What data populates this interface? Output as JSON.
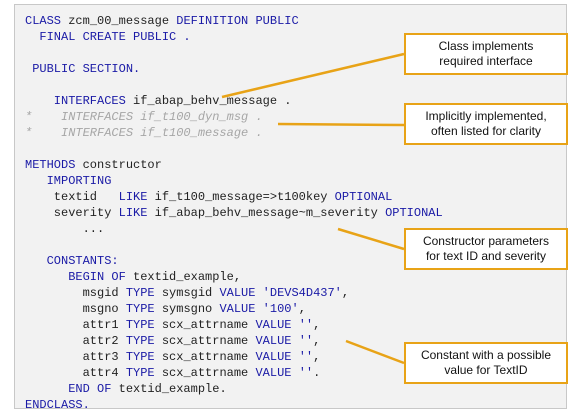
{
  "code": {
    "l1": [
      {
        "t": "CLASS ",
        "c": "kw"
      },
      {
        "t": "zcm_00_message ",
        "c": "plain"
      },
      {
        "t": "DEFINITION PUBLIC",
        "c": "kw"
      }
    ],
    "l2": [
      {
        "t": "  FINAL CREATE PUBLIC .",
        "c": "kw"
      }
    ],
    "l3": [
      {
        "t": " PUBLIC SECTION.",
        "c": "kw"
      }
    ],
    "l4": [
      {
        "t": "    INTERFACES ",
        "c": "kw"
      },
      {
        "t": "if_abap_behv_message .",
        "c": "plain"
      }
    ],
    "l5": [
      {
        "t": "*    INTERFACES if_t100_dyn_msg .",
        "c": "cmt"
      }
    ],
    "l6": [
      {
        "t": "*    INTERFACES if_t100_message .",
        "c": "cmt"
      }
    ],
    "l7": [
      {
        "t": "METHODS ",
        "c": "kw"
      },
      {
        "t": "constructor",
        "c": "plain"
      }
    ],
    "l8": [
      {
        "t": "   IMPORTING",
        "c": "kw"
      }
    ],
    "l9": [
      {
        "t": "    textid   ",
        "c": "plain"
      },
      {
        "t": "LIKE ",
        "c": "kw"
      },
      {
        "t": "if_t100_message=>t100key ",
        "c": "plain"
      },
      {
        "t": "OPTIONAL",
        "c": "kw"
      }
    ],
    "l10": [
      {
        "t": "    severity ",
        "c": "plain"
      },
      {
        "t": "LIKE ",
        "c": "kw"
      },
      {
        "t": "if_abap_behv_message~m_severity ",
        "c": "plain"
      },
      {
        "t": "OPTIONAL",
        "c": "kw"
      }
    ],
    "l11": [
      {
        "t": "        ...",
        "c": "plain"
      }
    ],
    "l12": [
      {
        "t": "   CONSTANTS:",
        "c": "kw"
      }
    ],
    "l13": [
      {
        "t": "      BEGIN OF ",
        "c": "kw"
      },
      {
        "t": "textid_example,",
        "c": "plain"
      }
    ],
    "l14": [
      {
        "t": "        msgid ",
        "c": "plain"
      },
      {
        "t": "TYPE ",
        "c": "kw"
      },
      {
        "t": "symsgid ",
        "c": "plain"
      },
      {
        "t": "VALUE ",
        "c": "kw"
      },
      {
        "t": "'DEVS4D437'",
        "c": "str"
      },
      {
        "t": ",",
        "c": "plain"
      }
    ],
    "l15": [
      {
        "t": "        msgno ",
        "c": "plain"
      },
      {
        "t": "TYPE ",
        "c": "kw"
      },
      {
        "t": "symsgno ",
        "c": "plain"
      },
      {
        "t": "VALUE ",
        "c": "kw"
      },
      {
        "t": "'100'",
        "c": "str"
      },
      {
        "t": ",",
        "c": "plain"
      }
    ],
    "l16": [
      {
        "t": "        attr1 ",
        "c": "plain"
      },
      {
        "t": "TYPE ",
        "c": "kw"
      },
      {
        "t": "scx_attrname ",
        "c": "plain"
      },
      {
        "t": "VALUE ",
        "c": "kw"
      },
      {
        "t": "''",
        "c": "str"
      },
      {
        "t": ",",
        "c": "plain"
      }
    ],
    "l17": [
      {
        "t": "        attr2 ",
        "c": "plain"
      },
      {
        "t": "TYPE ",
        "c": "kw"
      },
      {
        "t": "scx_attrname ",
        "c": "plain"
      },
      {
        "t": "VALUE ",
        "c": "kw"
      },
      {
        "t": "''",
        "c": "str"
      },
      {
        "t": ",",
        "c": "plain"
      }
    ],
    "l18": [
      {
        "t": "        attr3 ",
        "c": "plain"
      },
      {
        "t": "TYPE ",
        "c": "kw"
      },
      {
        "t": "scx_attrname ",
        "c": "plain"
      },
      {
        "t": "VALUE ",
        "c": "kw"
      },
      {
        "t": "''",
        "c": "str"
      },
      {
        "t": ",",
        "c": "plain"
      }
    ],
    "l19": [
      {
        "t": "        attr4 ",
        "c": "plain"
      },
      {
        "t": "TYPE ",
        "c": "kw"
      },
      {
        "t": "scx_attrname ",
        "c": "plain"
      },
      {
        "t": "VALUE ",
        "c": "kw"
      },
      {
        "t": "''",
        "c": "str"
      },
      {
        "t": ".",
        "c": "plain"
      }
    ],
    "l20": [
      {
        "t": "      END OF ",
        "c": "kw"
      },
      {
        "t": "textid_example.",
        "c": "plain"
      }
    ],
    "l21": [
      {
        "t": "ENDCLASS.",
        "c": "kw"
      }
    ]
  },
  "callouts": {
    "interface": {
      "line1": "Class implements",
      "line2": "required interface"
    },
    "implicit": {
      "line1": "Implicitly implemented,",
      "line2": "often listed for clarity"
    },
    "constructor": {
      "line1": "Constructor parameters",
      "line2": "for text ID and severity"
    },
    "constant": {
      "line1": "Constant with a possible",
      "line2": "value for TextID"
    }
  },
  "colors": {
    "keyword": "#1a1aa6",
    "comment": "#a6a6a6",
    "callout_border": "#e8a317",
    "panel_background": "#f2f2f2"
  }
}
